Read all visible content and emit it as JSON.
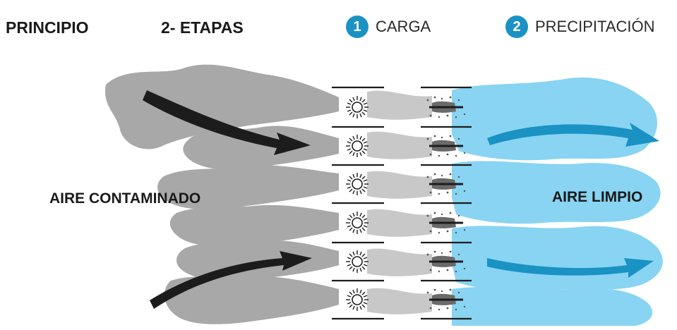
{
  "header": {
    "title_principle": "PRINCIPIO",
    "title_stages": "2- ETAPAS",
    "steps": [
      {
        "number": "1",
        "label": "CARGA"
      },
      {
        "number": "2",
        "label": "PRECIPITACIÓN"
      }
    ]
  },
  "labels": {
    "inlet": "AIRE CONTAMINADO",
    "outlet": "AIRE LIMPIO"
  },
  "colors": {
    "polluted_air": "#a8a8a8",
    "charged_air": "#c8c8c8",
    "clean_air": "#88d4f2",
    "accent_blue": "#1a92c4",
    "arrow_dark": "#1c1c1c"
  }
}
